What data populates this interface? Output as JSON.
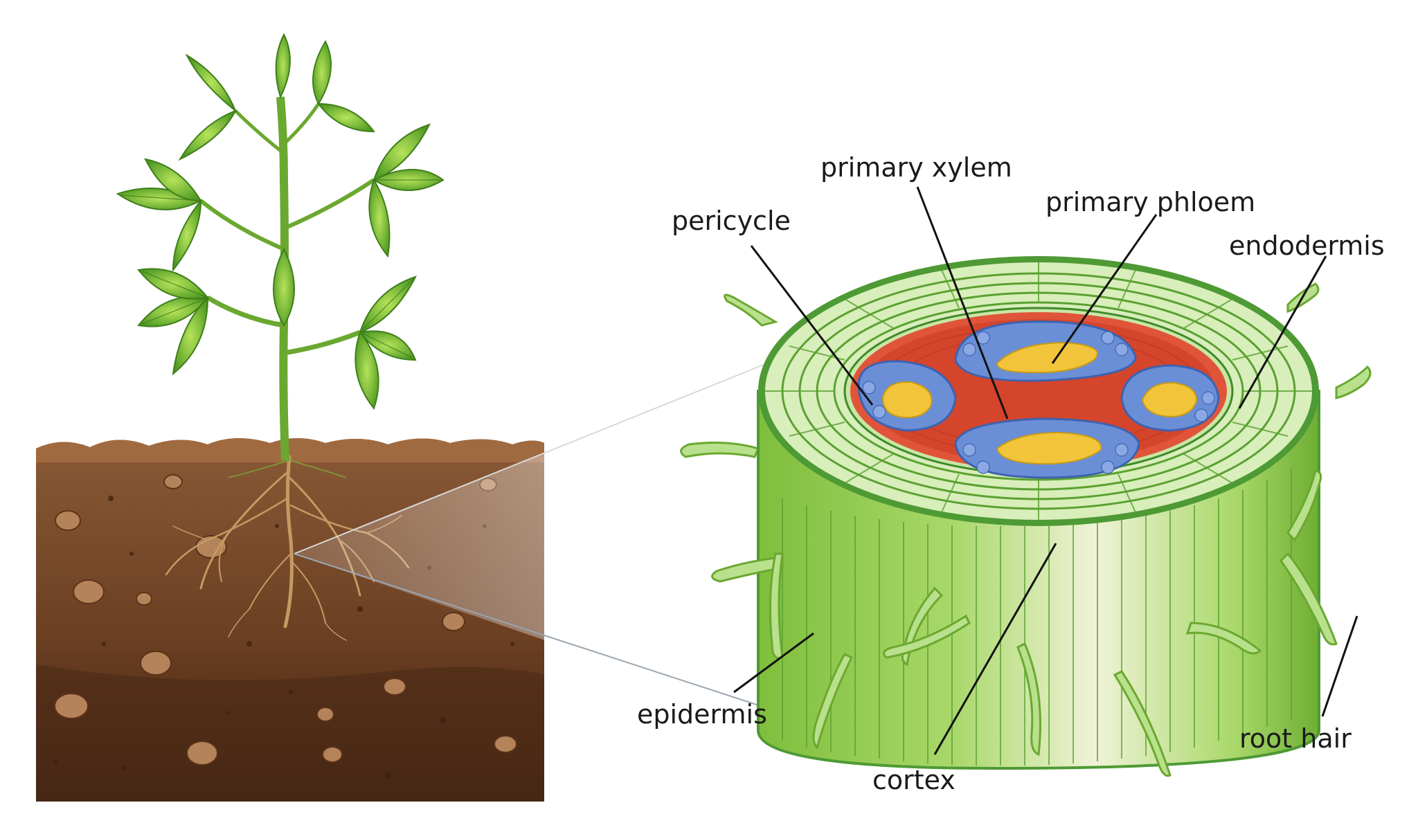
{
  "labels": {
    "primary_xylem": "primary xylem",
    "primary_phloem": "primary phloem",
    "pericycle": "pericycle",
    "endodermis": "endodermis",
    "epidermis": "epidermis",
    "cortex": "cortex",
    "root_hair": "root hair"
  },
  "colors": {
    "soil_top": "#8a5a36",
    "soil_bottom": "#3f2413",
    "leaf": "#7cc23a",
    "leaf_dark": "#3f7e1a",
    "stem": "#6aa82f",
    "cortex_cell": "#e2f2c8",
    "cortex_border": "#4e9a34",
    "pericycle": "#e0553a",
    "xylem": "#6a8fd6",
    "phloem": "#f2c43a",
    "root_side": "#8fca4a",
    "root_hair": "#b9e08c"
  }
}
